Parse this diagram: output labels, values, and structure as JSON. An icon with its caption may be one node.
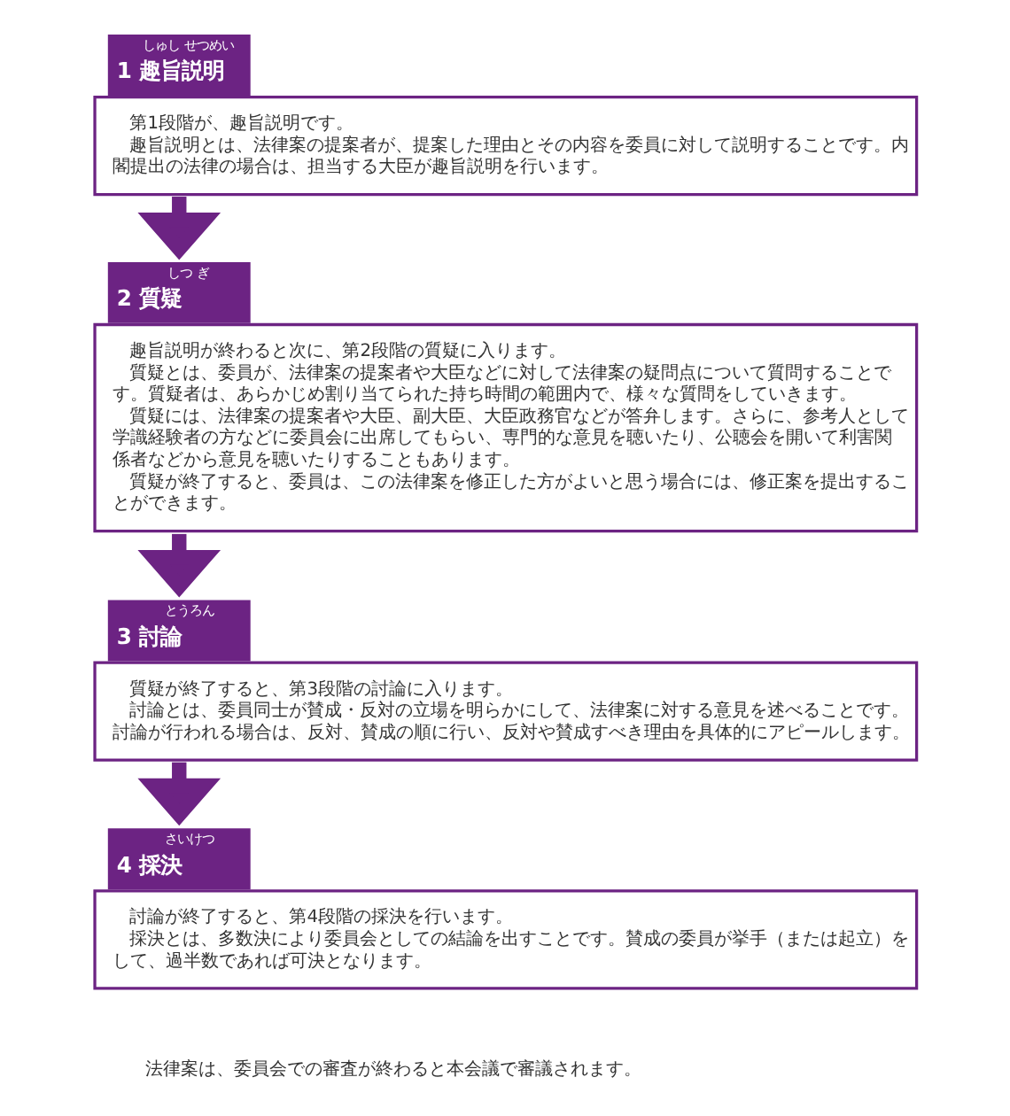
{
  "diagram": {
    "nodes": [
      {
        "text": [
          "しゅし せつめい",
          "1 趣旨説明",
          "第1段階が、趣旨説明です。",
          "趣旨説明とは、法律案の提案者が、提案した理由とその内容を委員に対して説明することです。内閣提出の法律の場合は、担当する大臣が趣旨説明を行います。"
        ]
      },
      {
        "text": [
          "しつ ぎ",
          "2 質疑",
          "趣旨説明が終わると次に、第2段階の質疑に入ります。",
          "質疑とは、委員が、法律案の提案者や大臣などに対して法律案の疑問点について質問することです。質疑者は、あらかじめ割り当てられた持ち時間の範囲内で、様々な質問をしていきます。",
          "質疑には、法律案の提案者や大臣、副大臣、大臣政務官などが答弁します。さらに、参考人として学識経験者の方などに委員会に出席してもらい、専門的な意見を聴いたり、公聴会を開いて利害関係者などから意見を聴いたりすることもあります。",
          "質疑が終了すると、委員は、この法律案を修正した方がよいと思う場合には、修正案を提出することができます。"
        ]
      },
      {
        "text": [
          "とうろん",
          "3 討論",
          "質疑が終了すると、第3段階の討論に入ります。",
          "討論とは、委員同士が賛成・反対の立場を明らかにして、法律案に対する意見を述べることです。討論が行われる場合は、反対、賛成の順に行い、反対や賛成すべき理由を具体的にアピールします。"
        ]
      },
      {
        "text": [
          "さいけつ",
          "4 採決",
          "討論が終了すると、第4段階の採決を行います。",
          "採決とは、多数決により委員会としての結論を出すことです。賛成の委員が挙手（または起立）をして、過半数であれば可決となります。"
        ]
      }
    ],
    "edges": [
      {
        "from": 0,
        "to": 1,
        "arrow": "to"
      },
      {
        "from": 1,
        "to": 2,
        "arrow": "to"
      },
      {
        "from": 2,
        "to": 3,
        "arrow": "to"
      }
    ],
    "labels": [
      "法律案は、委員会での審査が終わると本会議で審議されます。"
    ]
  }
}
